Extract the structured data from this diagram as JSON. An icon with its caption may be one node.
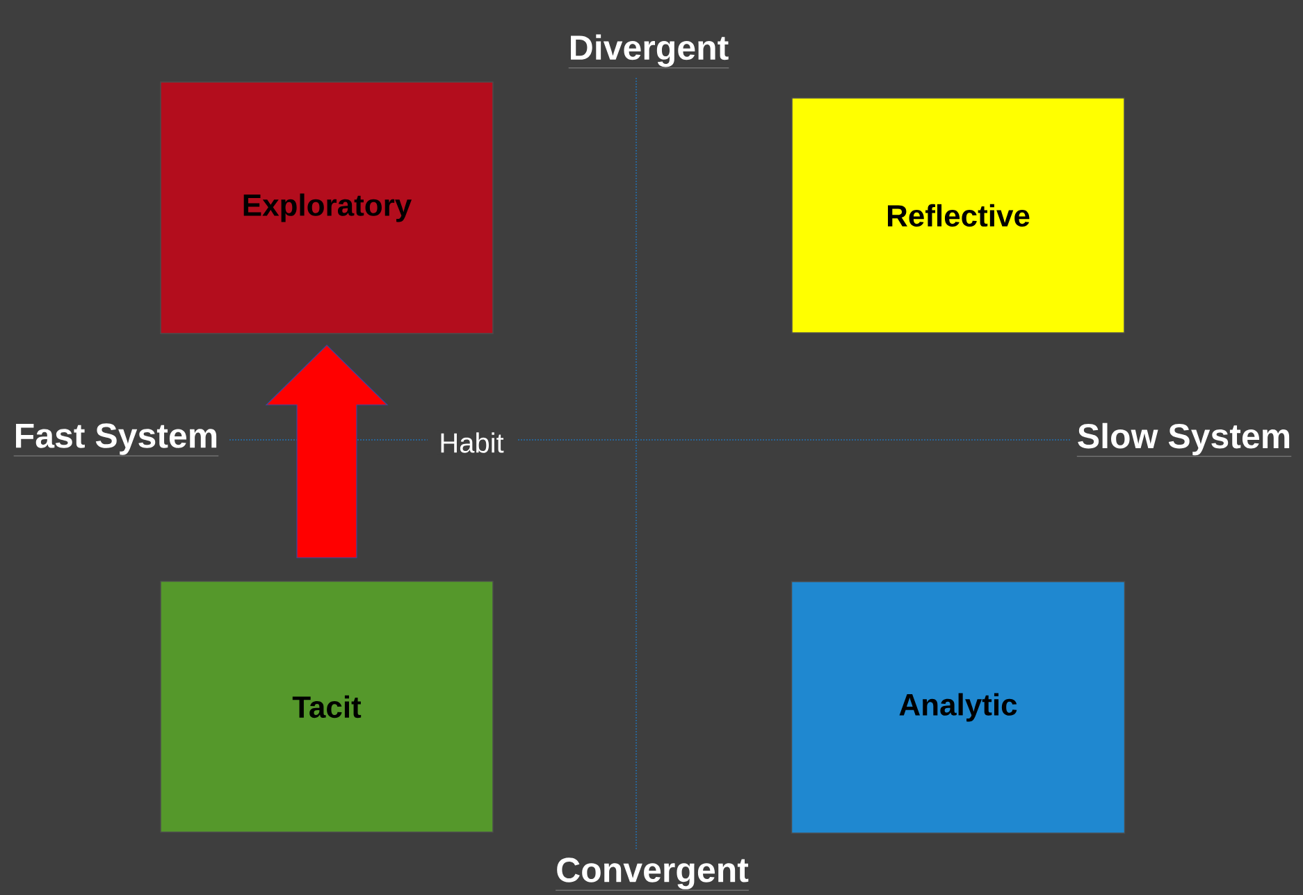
{
  "diagram": {
    "nodes": [
      {
        "text": [
          "Exploratory"
        ]
      },
      {
        "text": [
          "Reflective"
        ]
      },
      {
        "text": [
          "Tacit"
        ]
      },
      {
        "text": [
          "Analytic"
        ]
      }
    ],
    "edges": [
      {
        "from": 2,
        "to": 0,
        "arrow": "to",
        "label": "Habit"
      }
    ],
    "labels": [
      "Divergent",
      "Fast System",
      "Slow System",
      "Convergent"
    ]
  }
}
